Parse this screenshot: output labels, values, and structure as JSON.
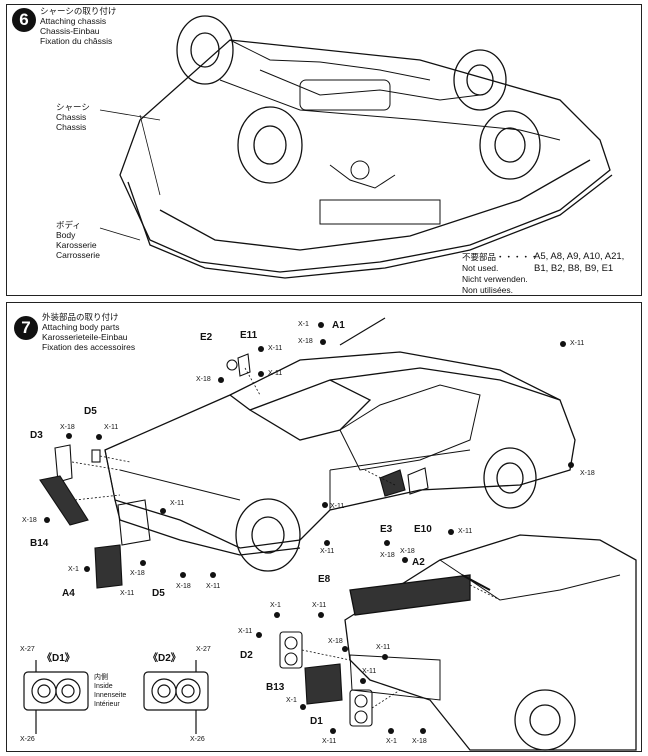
{
  "step6": {
    "number": "6",
    "title_jp": "シャーシの取り付け",
    "title_en": "Attaching chassis",
    "title_de": "Chassis-Einbau",
    "title_fr": "Fixation du châssis",
    "chassis_jp": "シャーシ",
    "chassis_en": "Chassis",
    "chassis_de": "Chassis",
    "chassis_fr": "Châssis",
    "body_jp": "ボディ",
    "body_en": "Body",
    "body_de": "Karosserie",
    "body_fr": "Carrosserie",
    "not_used_jp": "不要部品・・・・・",
    "not_used_en": "Not used.",
    "not_used_de": "Nicht verwenden.",
    "not_used_fr": "Non utilisées.",
    "not_used_parts_1": "A5, A8, A9, A10, A21,",
    "not_used_parts_2": "B1, B2, B8, B9, E1"
  },
  "step7": {
    "number": "7",
    "title_jp": "外装部品の取り付け",
    "title_en": "Attaching body parts",
    "title_de": "Karosserieteile-Einbau",
    "title_fr": "Fixation des accessoires",
    "parts": {
      "a1": "A1",
      "e2": "E2",
      "e11": "E11",
      "d5_top": "D5",
      "d3": "D3",
      "b14": "B14",
      "a4": "A4",
      "d5_bottom": "D5",
      "e3": "E3",
      "e10": "E10",
      "a2": "A2",
      "e8": "E8",
      "d2": "D2",
      "b13": "B13",
      "d1": "D1"
    },
    "screws": {
      "x1": "X-1",
      "x11": "X-11",
      "x18": "X-18",
      "x26": "X-26",
      "x27": "X-27"
    },
    "inset_d1": "《D1》",
    "inset_d2": "《D2》",
    "inside_jp": "内側",
    "inside_en": "Inside",
    "inside_de": "Innenseite",
    "inside_fr": "Intérieur"
  }
}
